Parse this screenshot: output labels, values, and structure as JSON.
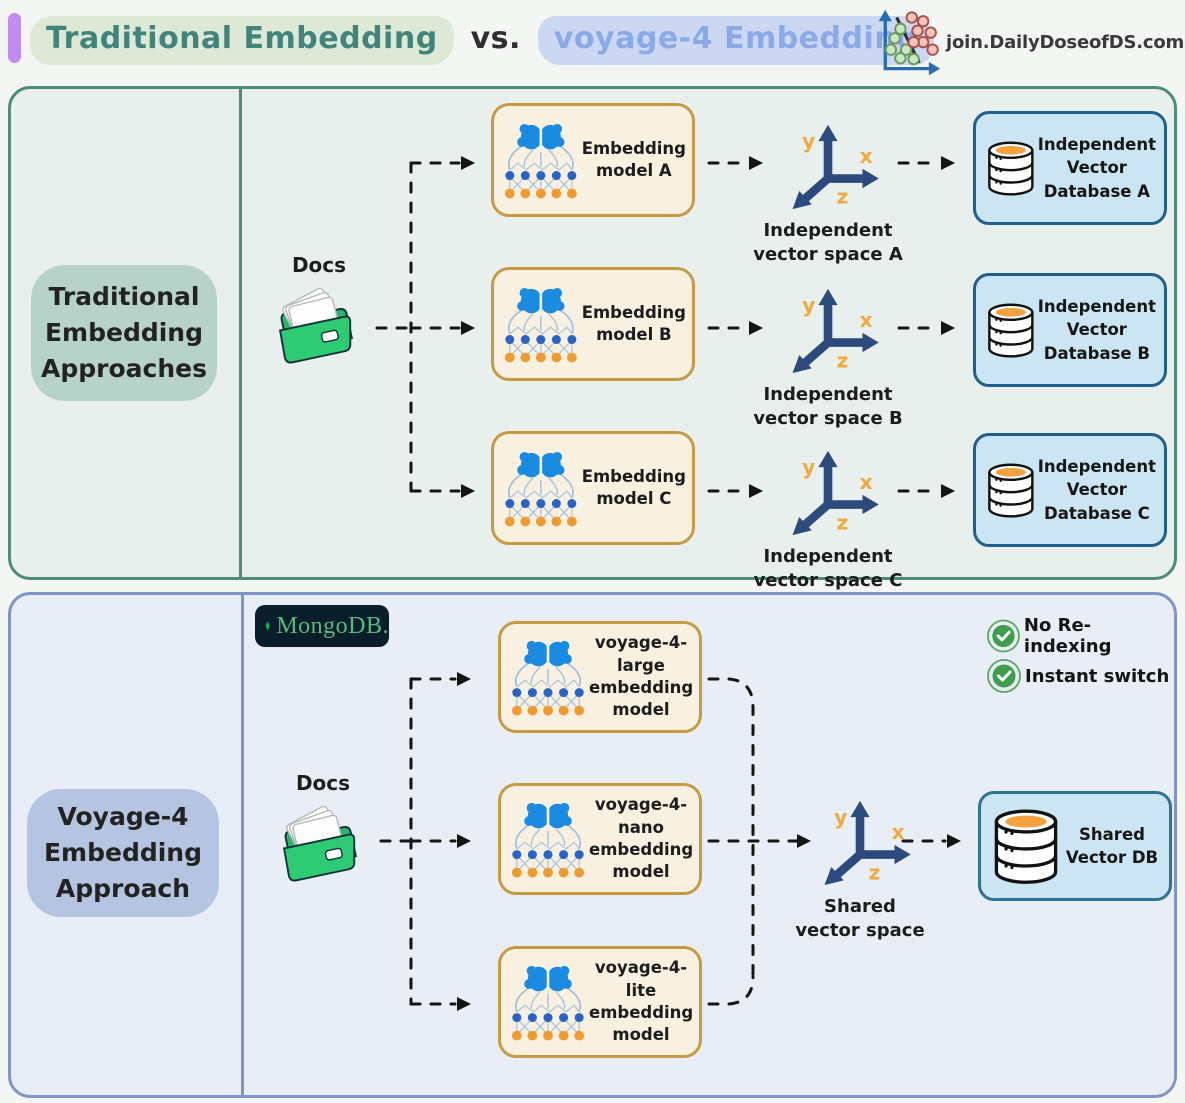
{
  "header": {
    "title": {
      "part1": "Traditional Embedding",
      "vs": "vs.",
      "part2": "voyage-4 Embedding"
    },
    "site_link": "join.DailyDoseofDS.com",
    "accent_bar_color": "#bf8df1",
    "title_part1_color": "#41857a",
    "title_part2_color": "#89a9e8"
  },
  "traditional_section": {
    "label": "Traditional Embedding Approaches",
    "docs_label": "Docs",
    "models": [
      {
        "label": "Embedding model A"
      },
      {
        "label": "Embedding model B"
      },
      {
        "label": "Embedding model C"
      }
    ],
    "vector_spaces": [
      {
        "line1": "Independent",
        "line2": "vector space A"
      },
      {
        "line1": "Independent",
        "line2": "vector space B"
      },
      {
        "line1": "Independent",
        "line2": "vector space C"
      }
    ],
    "databases": [
      {
        "label": "Independent Vector Database A"
      },
      {
        "label": "Independent Vector Database B"
      },
      {
        "label": "Independent Vector Database C"
      }
    ],
    "colors": {
      "panel_border": "#4d8b7b",
      "panel_bg": "#e9efec",
      "label_bg": "#b7d2c9",
      "model_border": "#c79b43",
      "model_bg": "#f8f0e1",
      "db_border": "#20608c",
      "db_bg": "#cbe5f3"
    }
  },
  "voyage_section": {
    "label": "Voyage-4 Embedding Approach",
    "mongodb_label": "MongoDB.",
    "docs_label": "Docs",
    "models": [
      {
        "label": "voyage-4-large embedding model"
      },
      {
        "label": "voyage-4-nano embedding model"
      },
      {
        "label": "voyage-4-lite embedding model"
      }
    ],
    "vector_space": {
      "line1": "Shared",
      "line2": "vector space"
    },
    "database": {
      "label": "Shared Vector DB"
    },
    "badges": [
      {
        "label": "No Re-indexing"
      },
      {
        "label": "Instant switch"
      }
    ],
    "colors": {
      "panel_border": "#8095c7",
      "panel_bg": "#e9edf6",
      "label_bg": "#b5c5e1",
      "badge_green": "#3f9e4d",
      "db_border": "#2e7391"
    }
  },
  "icons": {
    "header_logo": "scatter-plot-classifier-icon",
    "model": "brain-neural-network-icon",
    "docs": "green-folder-with-papers-icon",
    "vector_space": "xyz-3d-axes-icon",
    "database": "database-cylinder-icon",
    "badge": "green-check-circle-icon",
    "mongodb": "mongodb-leaf-icon",
    "axis_colors": {
      "axes": "#2c4a7c",
      "letters": "#f0a93c"
    },
    "node_colors": {
      "brain": "#1a8be0",
      "hidden_nodes": "#2a63c4",
      "output_nodes": "#f09b30"
    }
  }
}
